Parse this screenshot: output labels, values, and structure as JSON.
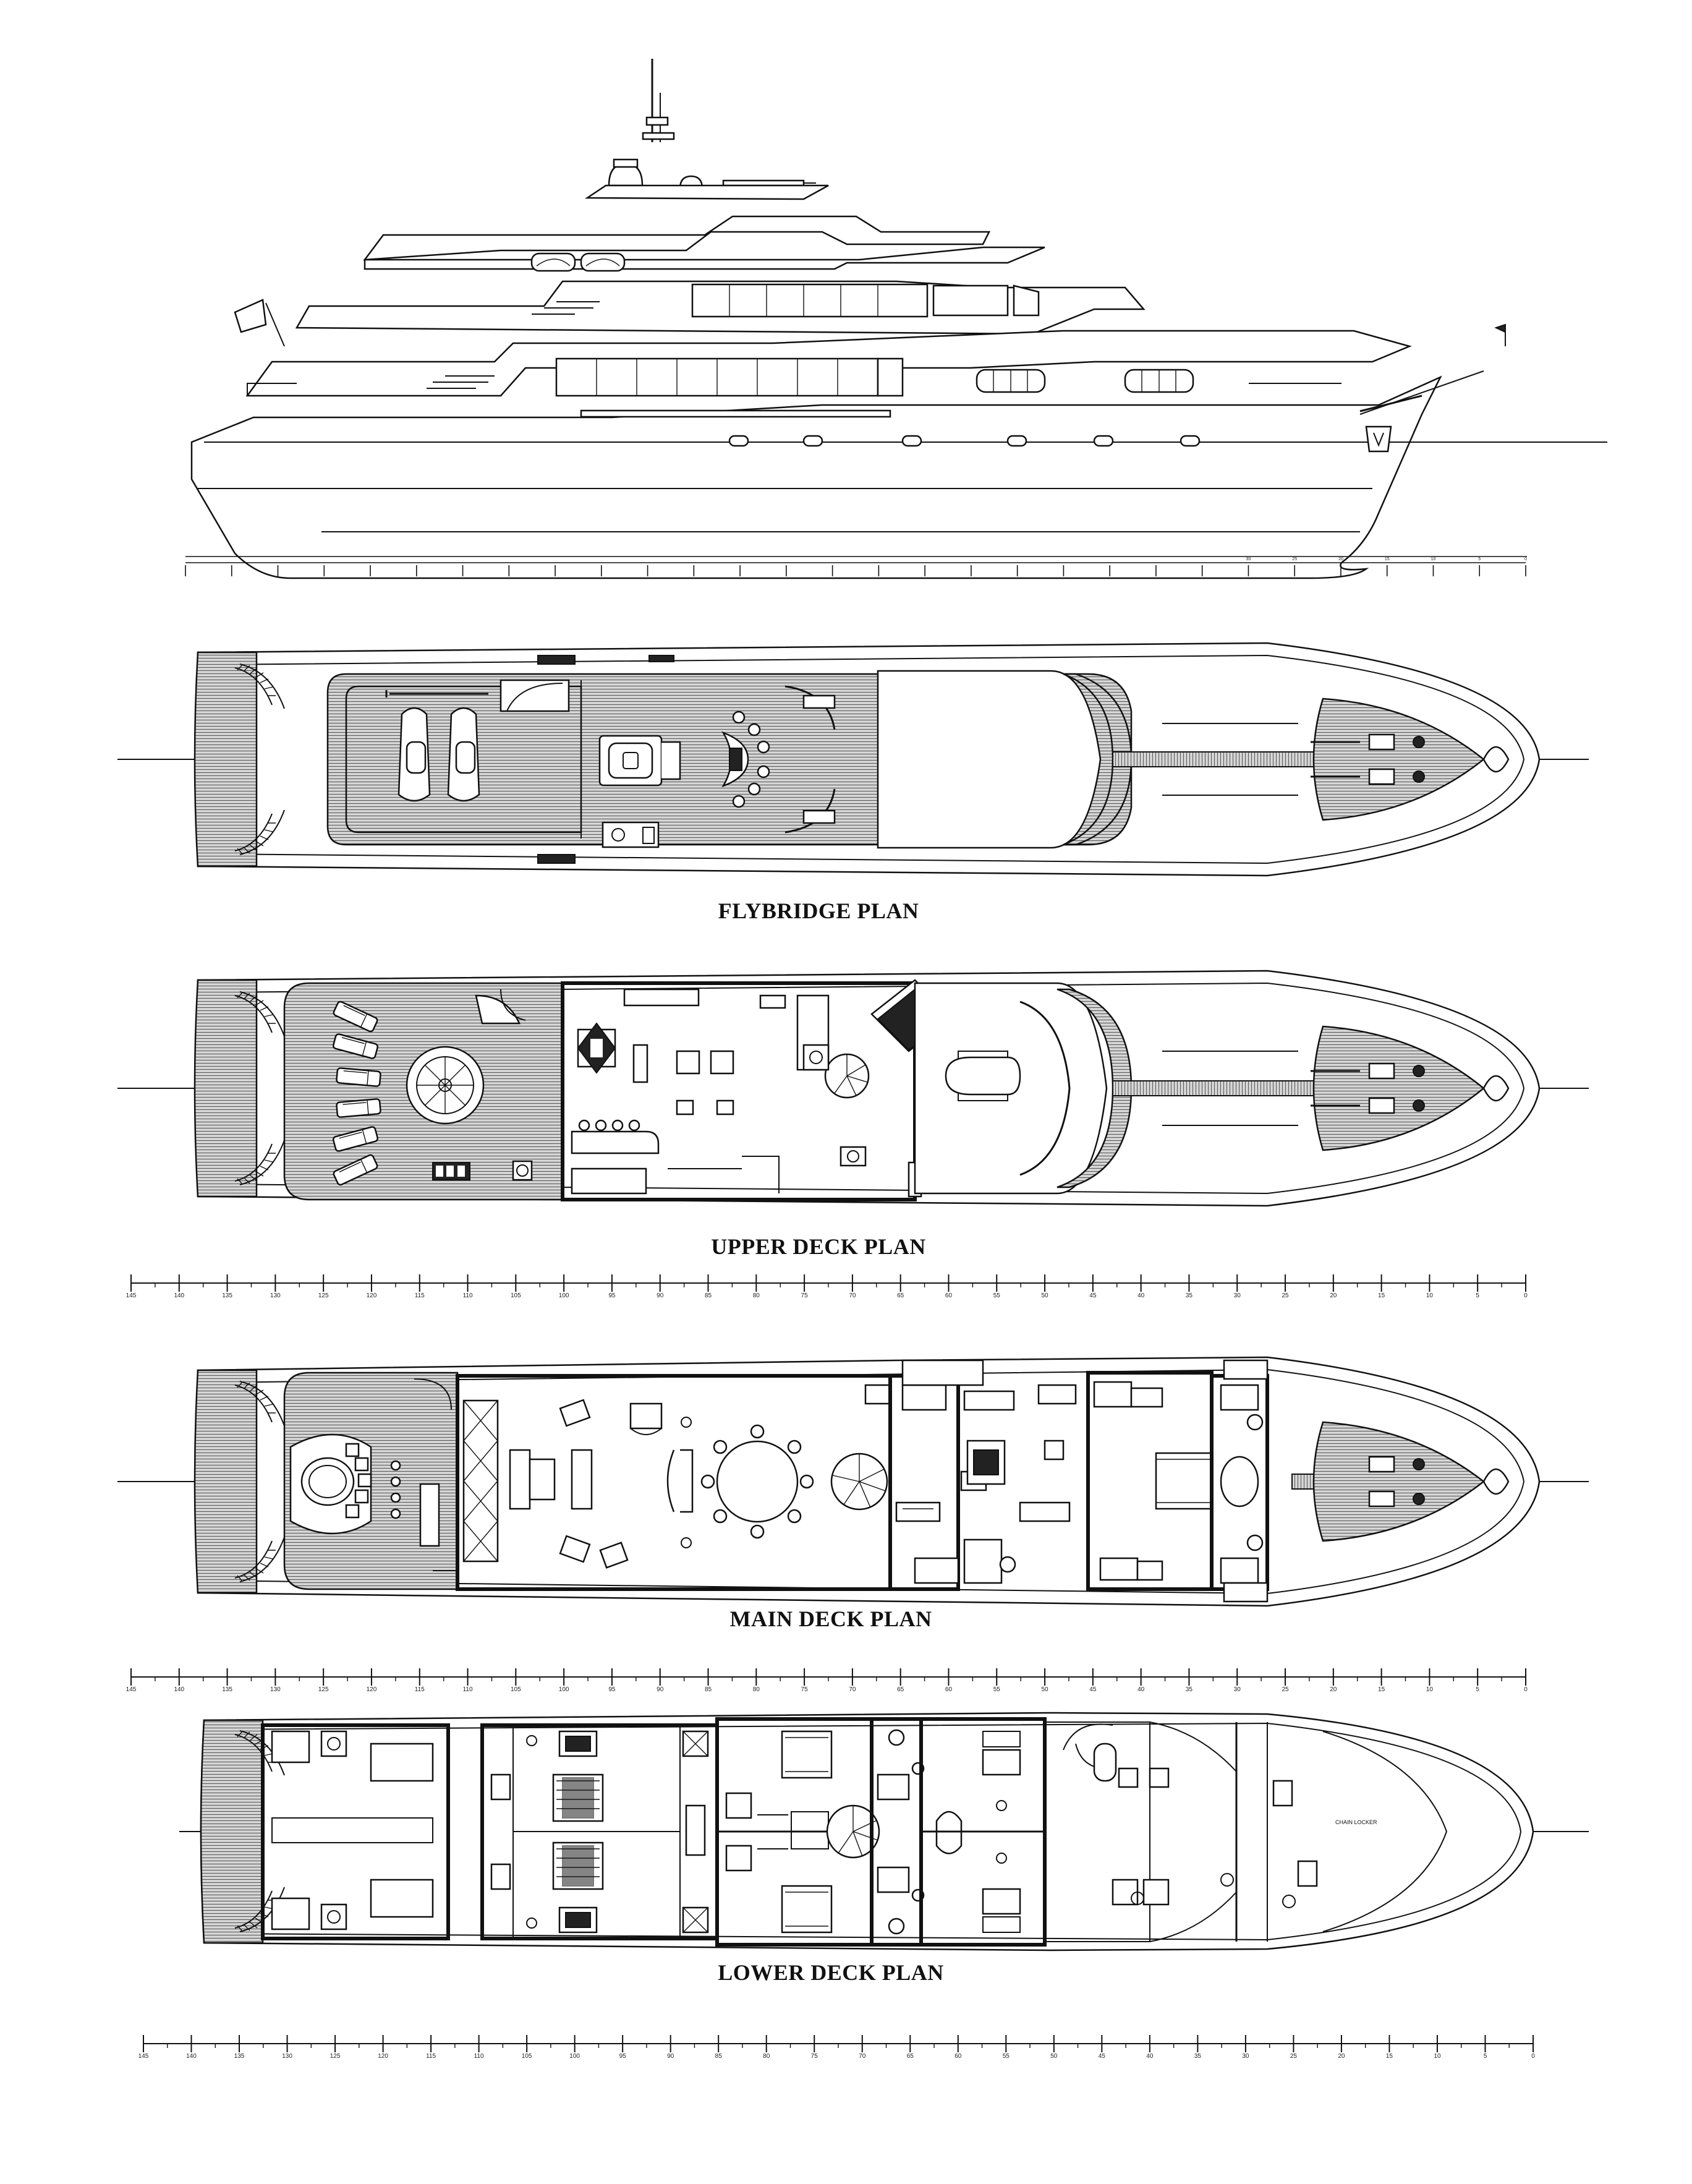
{
  "plans": {
    "flybridge_title": "FLYBRIDGE PLAN",
    "upper_title": "UPPER DECK PLAN",
    "main_title": "MAIN DECK PLAN",
    "lower_title": "LOWER DECK PLAN"
  },
  "labels": {
    "chain_locker": "CHAIN LOCKER"
  },
  "scales": {
    "upper_ticks": [
      "145",
      "140",
      "135",
      "130",
      "125",
      "120",
      "115",
      "110",
      "105",
      "100",
      "95",
      "90",
      "85",
      "80",
      "75",
      "70",
      "65",
      "60",
      "55",
      "50",
      "45",
      "40",
      "35",
      "30",
      "25",
      "20",
      "15",
      "10",
      "5",
      "0"
    ],
    "main_ticks": [
      "145",
      "140",
      "135",
      "130",
      "125",
      "120",
      "115",
      "110",
      "105",
      "100",
      "95",
      "90",
      "85",
      "80",
      "75",
      "70",
      "65",
      "60",
      "55",
      "50",
      "45",
      "40",
      "35",
      "30",
      "25",
      "20",
      "15",
      "10",
      "5",
      "0"
    ],
    "lower_ticks": [
      "145",
      "140",
      "135",
      "130",
      "125",
      "120",
      "115",
      "110",
      "105",
      "100",
      "95",
      "90",
      "85",
      "80",
      "75",
      "70",
      "65",
      "60",
      "55",
      "50",
      "45",
      "40",
      "35",
      "30",
      "25",
      "20",
      "15",
      "10",
      "5",
      "0"
    ],
    "profile_ticks": [
      "30",
      "25",
      "20",
      "15",
      "10",
      "5",
      "0"
    ]
  }
}
